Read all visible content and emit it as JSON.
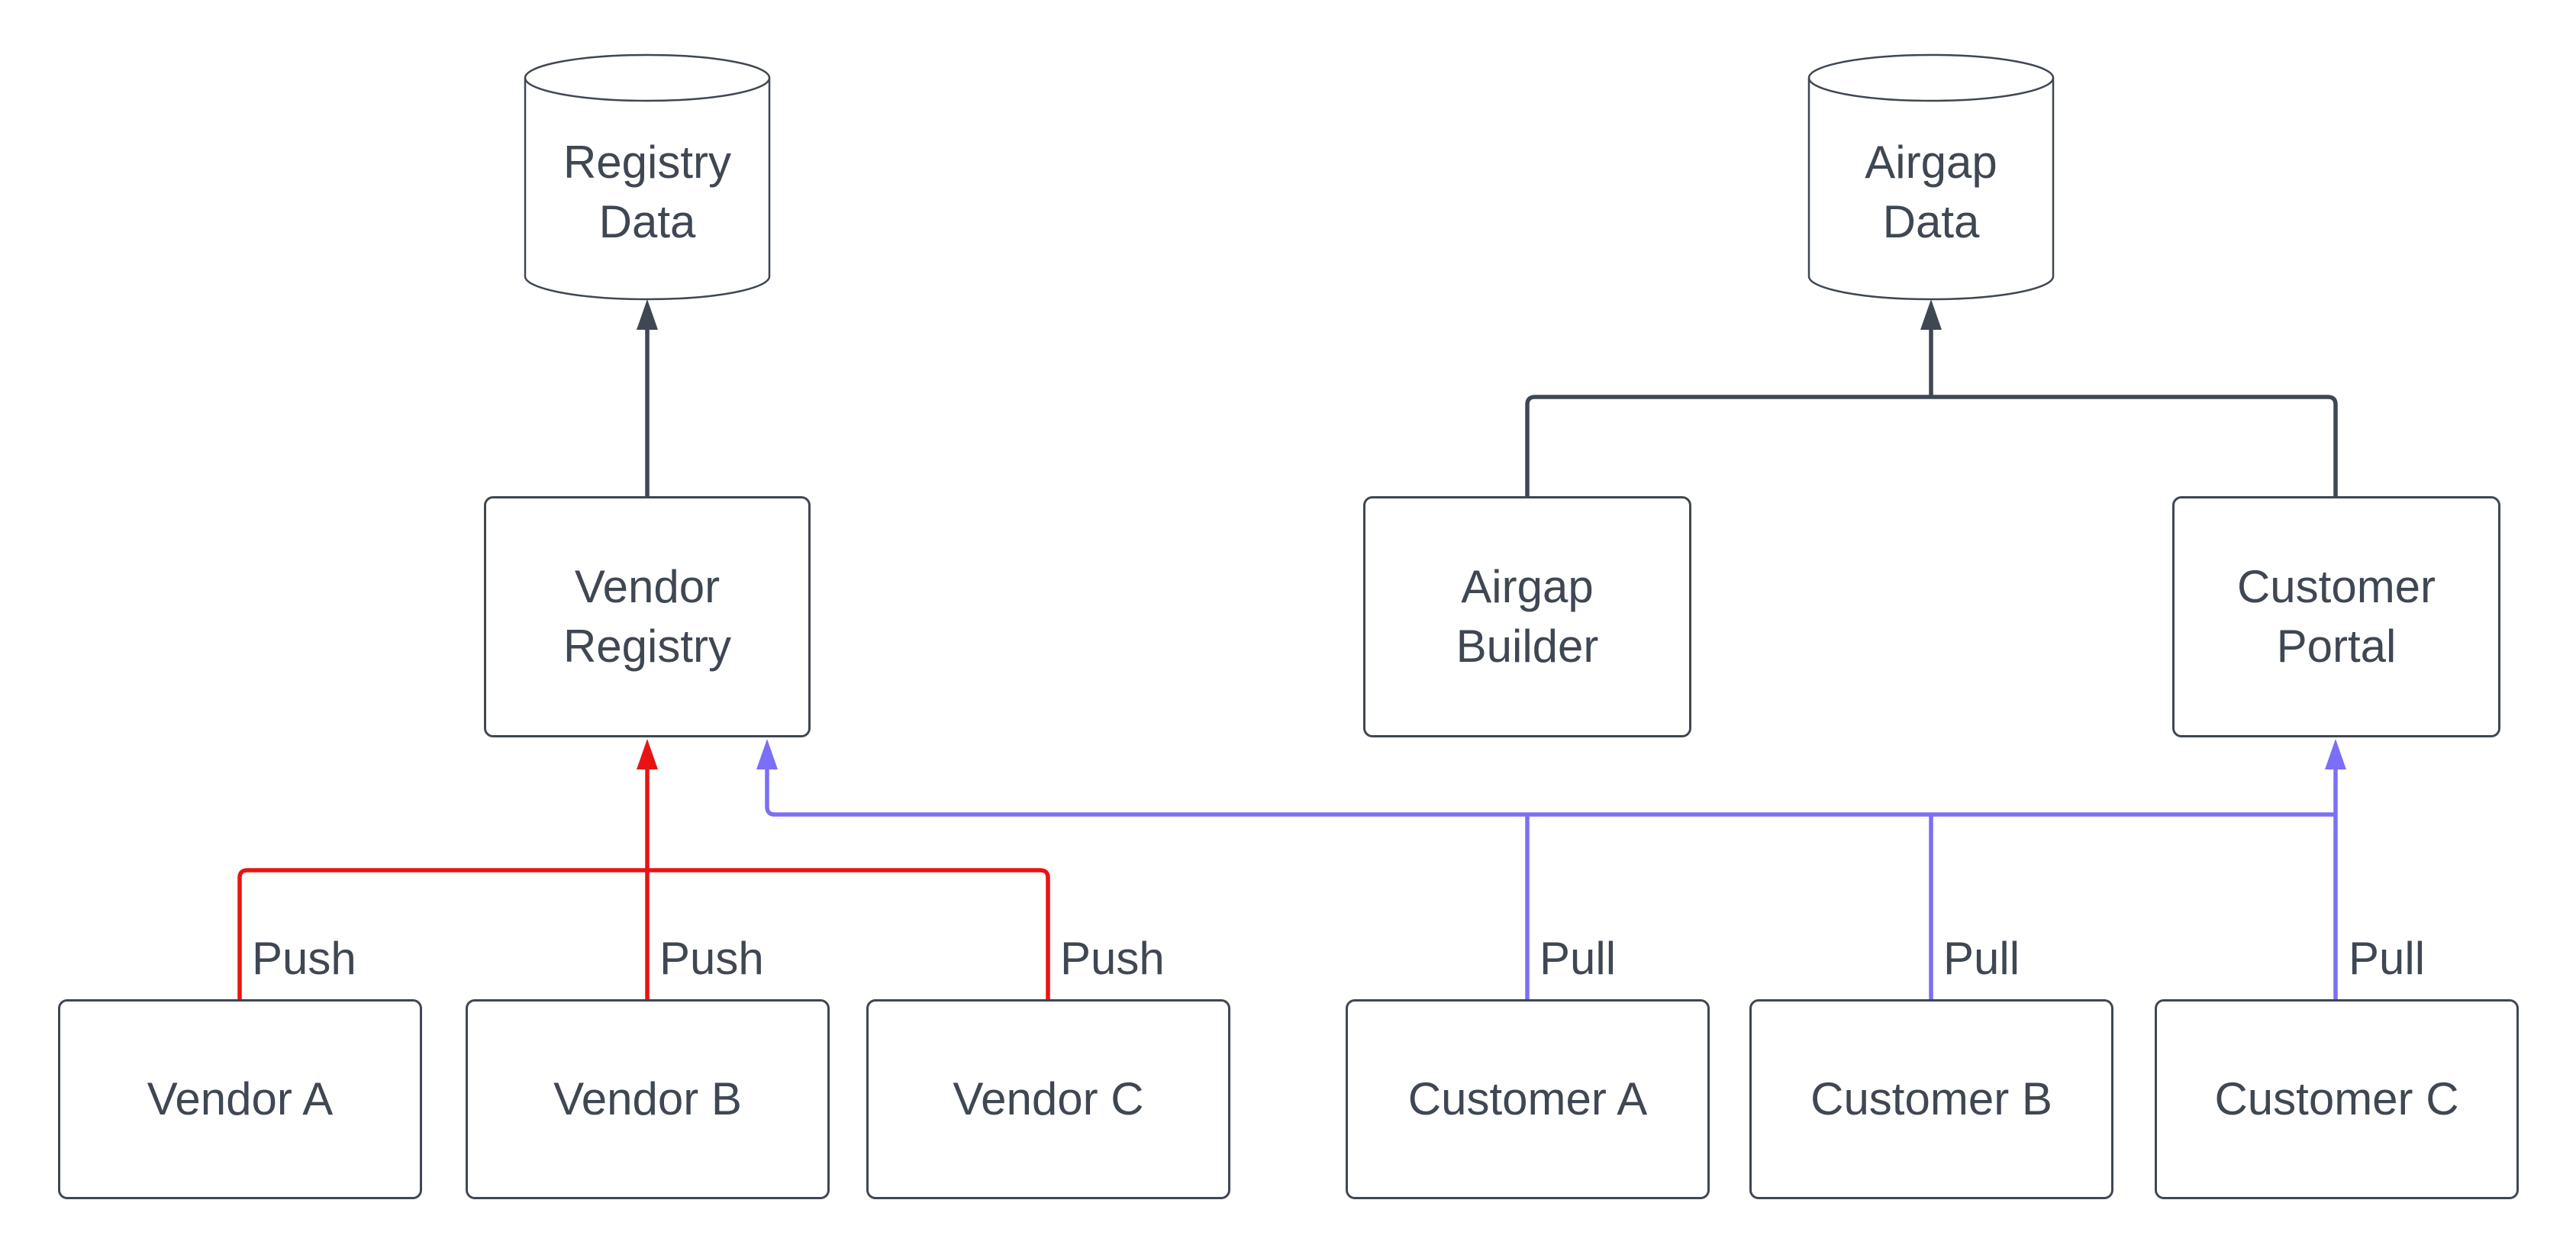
{
  "diagram": {
    "type": "flowchart",
    "colors": {
      "stroke_dark": "#3f4753",
      "text": "#3f4753",
      "push_edge_red": "#e81414",
      "pull_edge_blue": "#7b6ff5",
      "shape_fill": "#ffffff"
    },
    "nodes": {
      "registry_data": {
        "line1": "Registry",
        "line2": "Data"
      },
      "airgap_data": {
        "line1": "Airgap",
        "line2": "Data"
      },
      "vendor_registry": {
        "line1": "Vendor",
        "line2": "Registry"
      },
      "airgap_builder": {
        "line1": "Airgap",
        "line2": "Builder"
      },
      "customer_portal": {
        "line1": "Customer",
        "line2": "Portal"
      },
      "vendor_a": {
        "label": "Vendor A"
      },
      "vendor_b": {
        "label": "Vendor B"
      },
      "vendor_c": {
        "label": "Vendor C"
      },
      "customer_a": {
        "label": "Customer A"
      },
      "customer_b": {
        "label": "Customer B"
      },
      "customer_c": {
        "label": "Customer C"
      }
    },
    "edge_labels": {
      "push_a": "Push",
      "push_b": "Push",
      "push_c": "Push",
      "pull_a": "Pull",
      "pull_b": "Pull",
      "pull_c": "Pull"
    }
  }
}
